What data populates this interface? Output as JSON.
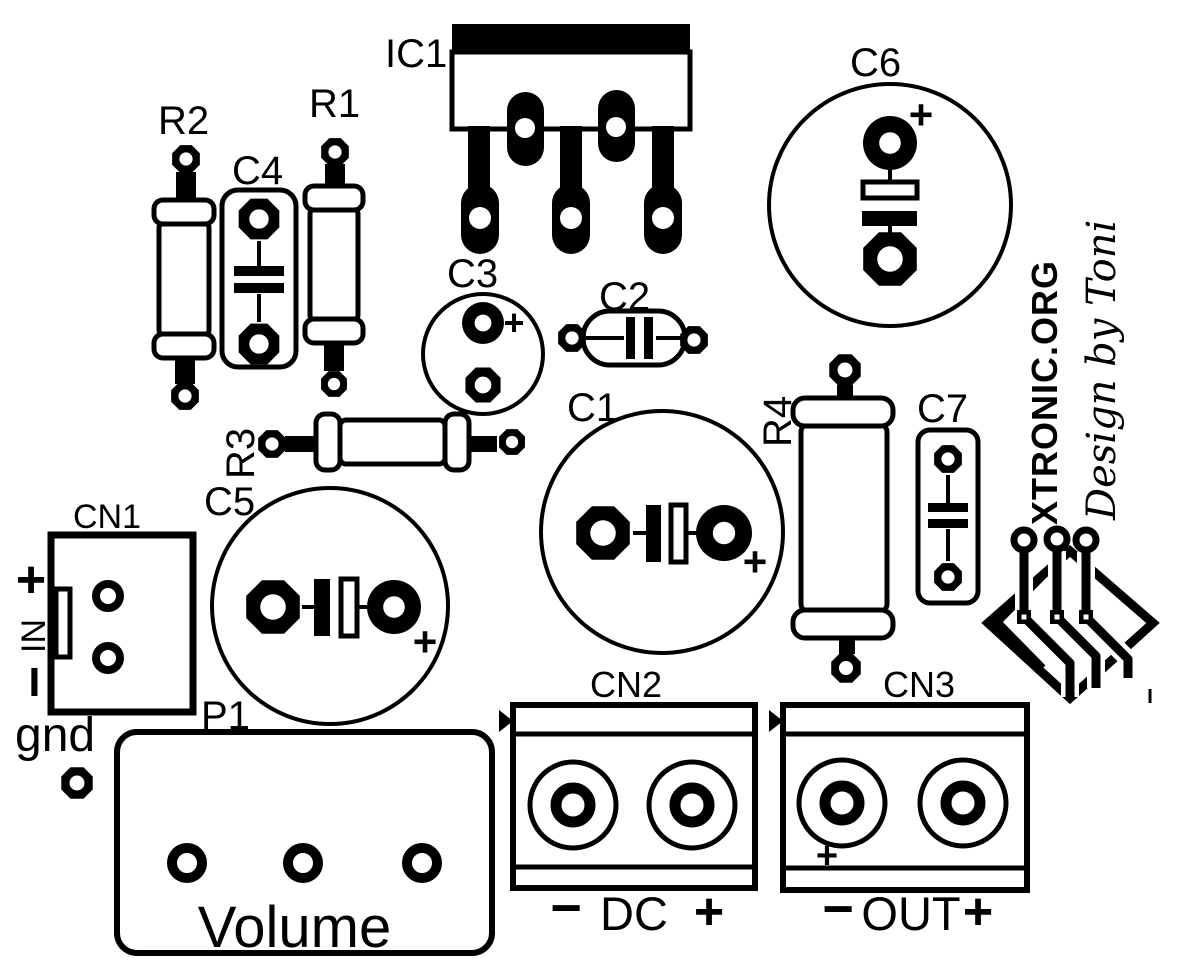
{
  "board": {
    "kind": "pcb-component-layout",
    "background": "#ffffff",
    "ink": "#000000"
  },
  "components": {
    "ic1": {
      "ref": "IC1"
    },
    "r1": {
      "ref": "R1"
    },
    "r2": {
      "ref": "R2"
    },
    "r3": {
      "ref": "R3"
    },
    "r4": {
      "ref": "R4"
    },
    "c1": {
      "ref": "C1",
      "polarity": "+"
    },
    "c2": {
      "ref": "C2"
    },
    "c3": {
      "ref": "C3",
      "polarity": "+"
    },
    "c4": {
      "ref": "C4"
    },
    "c5": {
      "ref": "C5",
      "polarity": "+"
    },
    "c6": {
      "ref": "C6",
      "polarity": "+"
    },
    "c7": {
      "ref": "C7"
    },
    "p1": {
      "ref": "P1",
      "caption": "Volume"
    }
  },
  "connectors": {
    "cn1": {
      "ref": "CN1",
      "plus": "+",
      "signal": "IN",
      "minus": "−",
      "ground": "gnd"
    },
    "cn2": {
      "ref": "CN2",
      "minus": "−",
      "caption": "DC",
      "plus": "+"
    },
    "cn3": {
      "ref": "CN3",
      "minus": "−",
      "caption": "OUT",
      "plus": "+",
      "aux_plus": "+"
    }
  },
  "branding": {
    "site": "XTRONIC.ORG",
    "credit": "Design by Toni"
  }
}
